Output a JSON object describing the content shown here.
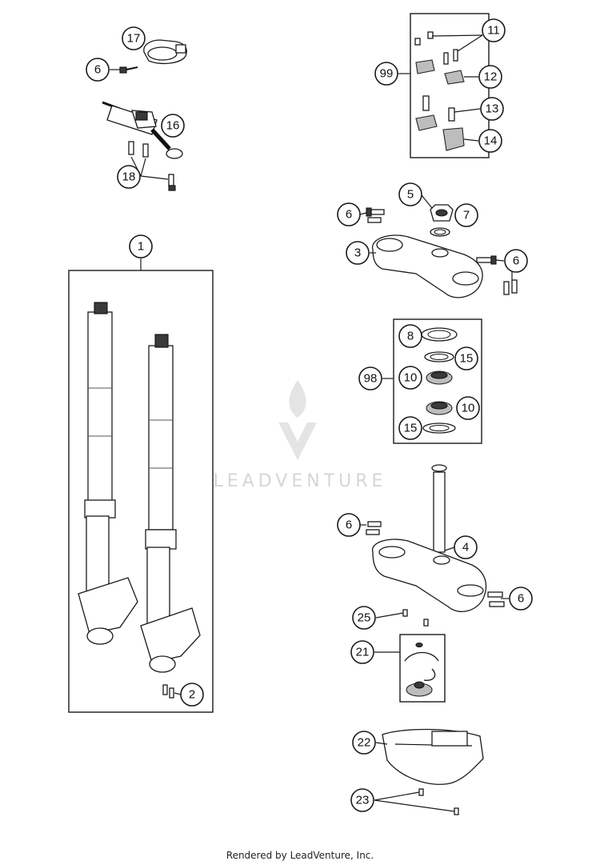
{
  "watermark": {
    "brand": "LEADVENTURE"
  },
  "footer": {
    "credit": "Rendered by LeadVenture, Inc."
  },
  "callouts": {
    "c17": "17",
    "c6a": "6",
    "c16": "16",
    "c18": "18",
    "c99": "99",
    "c11": "11",
    "c12": "12",
    "c13": "13",
    "c14": "14",
    "c5": "5",
    "c6b": "6",
    "c7": "7",
    "c3": "3",
    "c6c": "6",
    "c1": "1",
    "c2": "2",
    "c8": "8",
    "c15a": "15",
    "c98": "98",
    "c10a": "10",
    "c10b": "10",
    "c15b": "15",
    "c6d": "6",
    "c4": "4",
    "c6e": "6",
    "c25": "25",
    "c21": "21",
    "c22": "22",
    "c23": "23"
  }
}
